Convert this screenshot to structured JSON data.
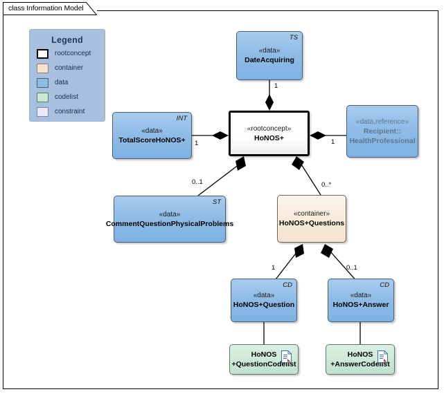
{
  "diagram": {
    "title": "class Information Model",
    "canvas_bg": "#ffffff",
    "border_color": "#000000"
  },
  "legend": {
    "title": "Legend",
    "bg": "#a8c0de",
    "items": [
      {
        "label": "rootconcept",
        "color": "#ffffff",
        "border": "#000000"
      },
      {
        "label": "container",
        "color": "#f7e3cf",
        "border": "#8c8075"
      },
      {
        "label": "data",
        "color": "#8fbce6",
        "border": "#4a5e73"
      },
      {
        "label": "codelist",
        "color": "#c9e7d4",
        "border": "#5a7a66"
      },
      {
        "label": "constraint",
        "color": "#e6eaf7",
        "border": "#7c84a0"
      }
    ]
  },
  "nodes": [
    {
      "id": "date-acquiring",
      "stereotype": "«data»",
      "name": "DateAcquiring",
      "tag": "TS",
      "kind": "data"
    },
    {
      "id": "honos-plus",
      "stereotype": "«rootconcept»",
      "name": "HoNOS+",
      "tag": "",
      "kind": "rootconcept"
    },
    {
      "id": "total-score",
      "stereotype": "«data»",
      "name": "TotalScoreHoNOS+",
      "tag": "INT",
      "kind": "data"
    },
    {
      "id": "health-professional",
      "stereotype": "«data,reference»",
      "name": "Recipient::",
      "name2": "HealthProfessional",
      "tag": "",
      "kind": "data-reference"
    },
    {
      "id": "comment-question",
      "stereotype": "«data»",
      "name": "CommentQuestionPhysicalProblems",
      "tag": "ST",
      "kind": "data"
    },
    {
      "id": "honos-questions",
      "stereotype": "«container»",
      "name": "HoNOS+Questions",
      "tag": "",
      "kind": "container"
    },
    {
      "id": "honos-question",
      "stereotype": "«data»",
      "name": "HoNOS+Question",
      "tag": "CD",
      "kind": "data"
    },
    {
      "id": "honos-answer",
      "stereotype": "«data»",
      "name": "HoNOS+Answer",
      "tag": "CD",
      "kind": "data"
    },
    {
      "id": "question-codelist",
      "line1": "HoNOS",
      "line2": "+QuestionCodelist",
      "kind": "codelist",
      "icon": "document-icon"
    },
    {
      "id": "answer-codelist",
      "line1": "HoNOS",
      "line2": "+AnswerCodelist",
      "kind": "codelist",
      "icon": "document-icon"
    }
  ],
  "multiplicities": {
    "date_acquiring": "1",
    "total_score": "1",
    "health_professional": "1",
    "comment_question": "0..1",
    "honos_questions": "0..*",
    "honos_question": "1",
    "honos_answer": "0..1"
  }
}
